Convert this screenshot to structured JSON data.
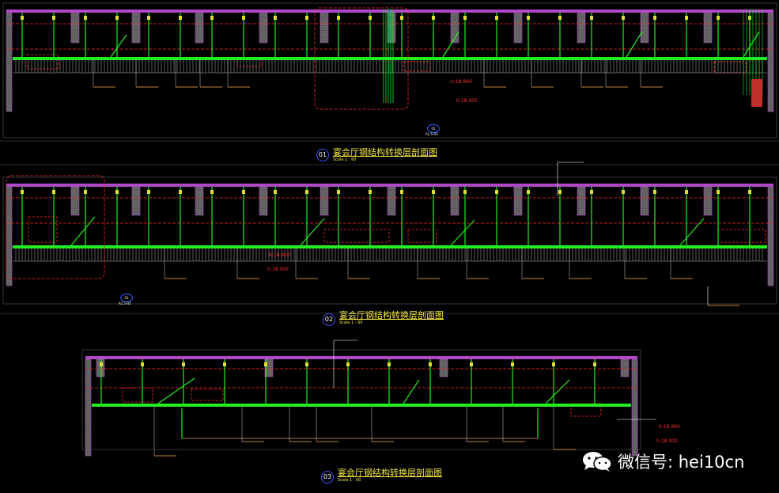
{
  "sections": [
    {
      "id": "01",
      "title": "宴会厅钢结构转换层剖面图",
      "scale": "Scale 1 : 60",
      "levels": [
        "h:18.900",
        "h:18.000"
      ]
    },
    {
      "id": "02",
      "title": "宴会厅钢结构转换层剖面图",
      "scale": "Scale 1 : 60",
      "levels": [
        "h:18.900",
        "h:18.000"
      ]
    },
    {
      "id": "03",
      "title": "宴会厅钢结构转换层剖面图",
      "scale": "Scale 1 : 60",
      "levels": [
        "h:18.900",
        "h:18.000"
      ]
    }
  ],
  "refs": [
    {
      "num": "01",
      "sheet": "A1.5-02"
    },
    {
      "num": "01",
      "sheet": "A1.5-02"
    }
  ],
  "watermark": {
    "text": "微信号: hei10cn"
  },
  "colors": {
    "background": "#000000",
    "steel": "#22ee22",
    "slab": "#b048c8",
    "dashed": "#ff2a2a",
    "title": "#f4e842",
    "marker": "#3b57ff",
    "callout": "#ffb050"
  }
}
